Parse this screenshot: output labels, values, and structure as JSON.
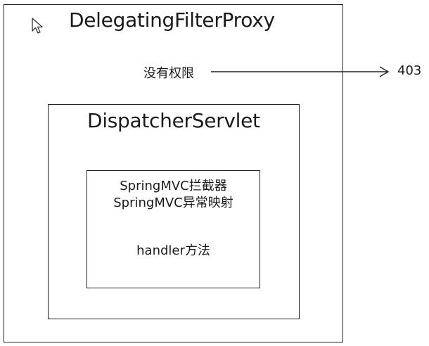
{
  "outer_box": {
    "title": "DelegatingFilterProxy"
  },
  "flow": {
    "condition": "没有权限",
    "result": "403"
  },
  "middle_box": {
    "title": "DispatcherServlet"
  },
  "inner_box": {
    "lines": [
      "SpringMVC拦截器",
      "SpringMVC异常映射"
    ],
    "handler": "handler方法"
  },
  "icons": {
    "cursor": "mouse-pointer-icon",
    "arrow": "arrow-right-icon"
  },
  "colors": {
    "line": "#222222",
    "text": "#1a1a1a",
    "background": "#ffffff"
  }
}
